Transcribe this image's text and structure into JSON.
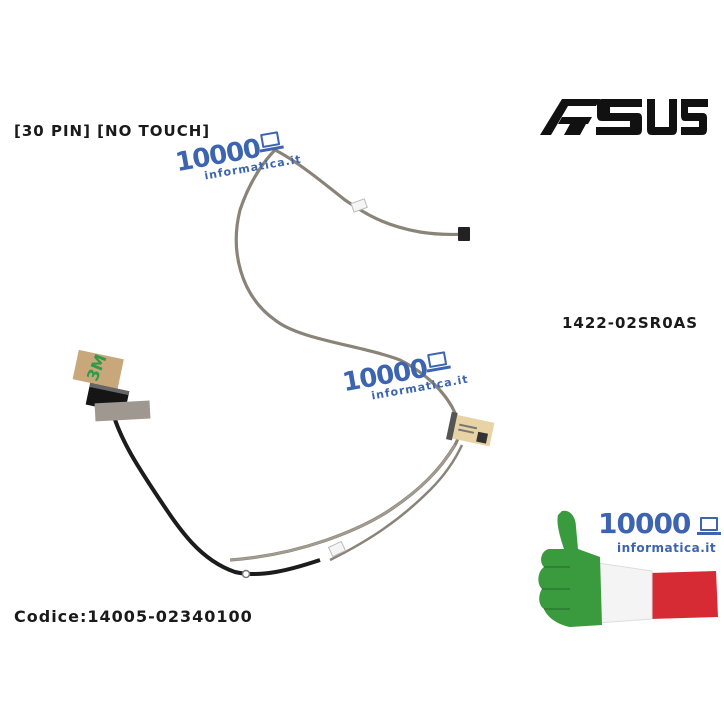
{
  "product": {
    "spec_label": "[30 PIN] [NO TOUCH]",
    "part_number": "1422-02SR0AS",
    "code_label": "Codice:14005-02340100",
    "brand": "ASUS"
  },
  "watermarks": [
    {
      "big": "10000",
      "small": "informatica.it"
    },
    {
      "big": "10000",
      "small": "informatica.it"
    }
  ],
  "shop_badge": {
    "big": "10000",
    "small": "informatica.it",
    "flag_colors": [
      "#3a9a3e",
      "#f4f4f4",
      "#d62b35"
    ]
  },
  "colors": {
    "cable_gray": "#8a8378",
    "cable_black": "#1c1c1c",
    "tape_tan": "#c8a77a",
    "tape_green": "#2f9a48",
    "watermark_blue": "#3d64b0"
  }
}
